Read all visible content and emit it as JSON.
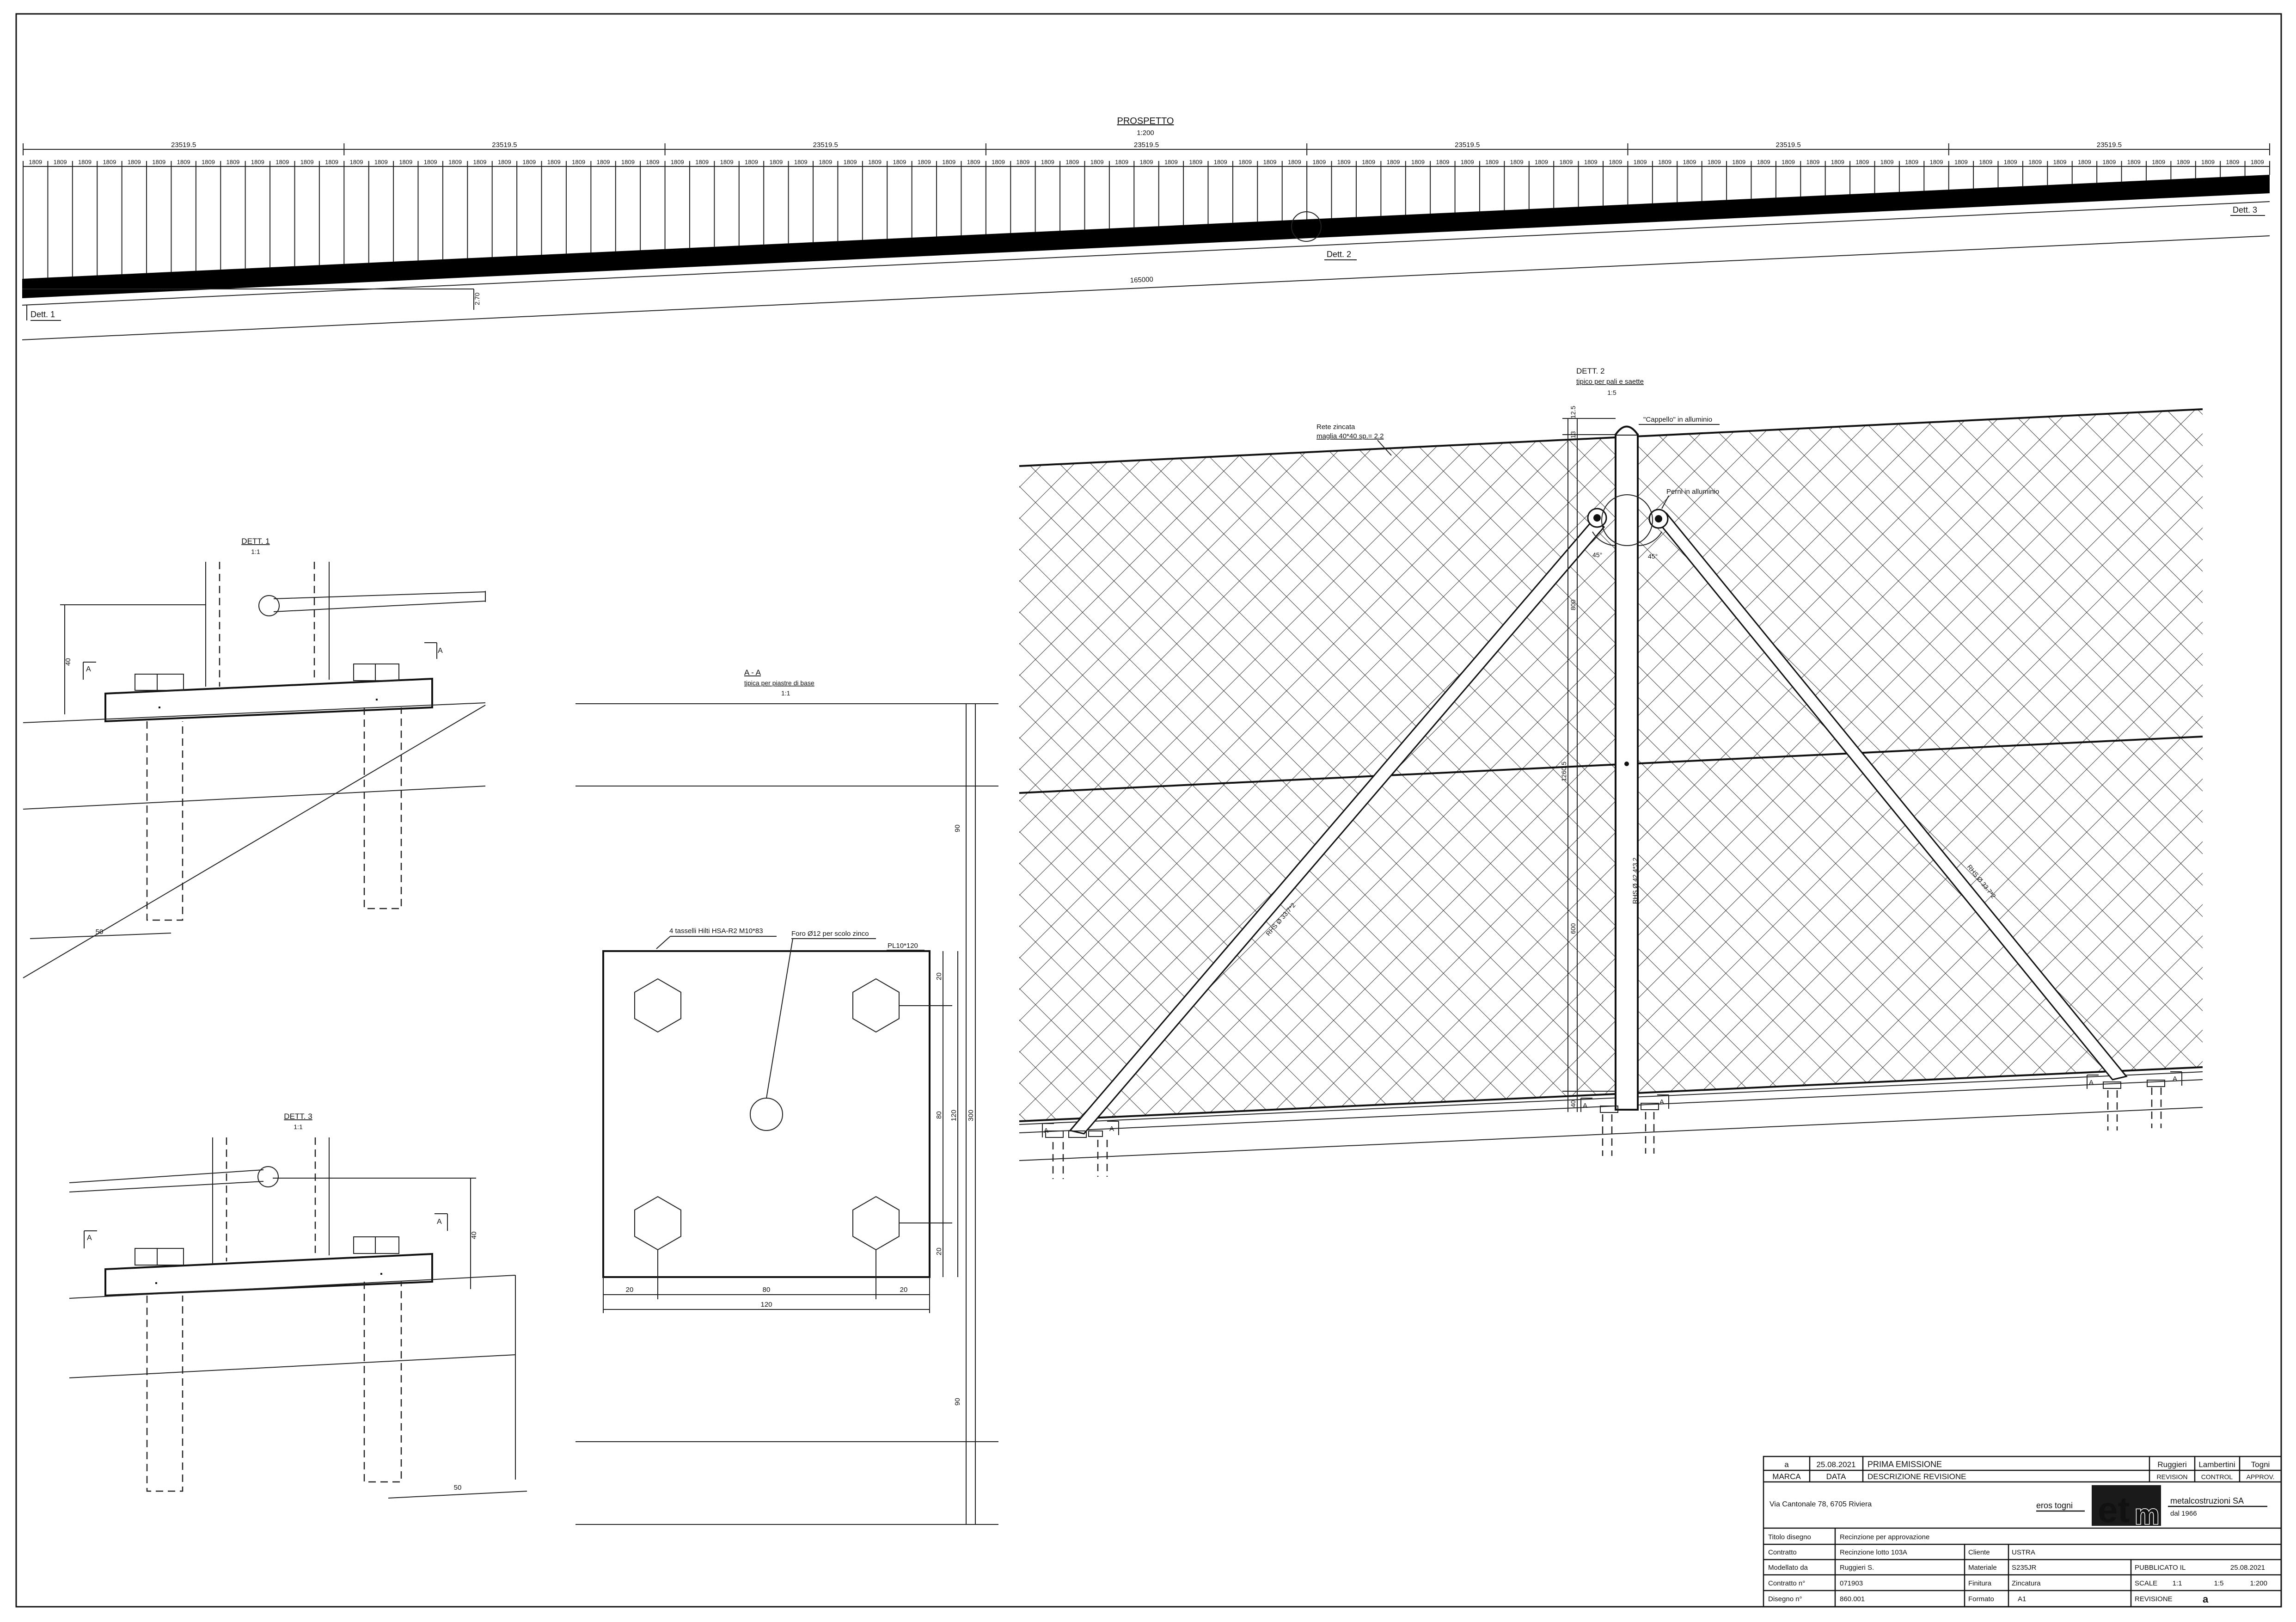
{
  "prospetto": {
    "title": "PROSPETTO",
    "scale": "1:200",
    "segment_length": "23519.5",
    "bay_length": "1809",
    "total_length": "165000",
    "height_dim": "2.70",
    "dett1_label": "Dett. 1",
    "dett2_label": "Dett. 2",
    "dett3_label": "Dett. 3"
  },
  "dett1": {
    "title": "DETT. 1",
    "scale": "1:1",
    "dim_height": "40",
    "dim_width": "50",
    "section_mark": "A"
  },
  "dett3": {
    "title": "DETT. 3",
    "scale": "1:1",
    "dim_height": "40",
    "dim_width": "50",
    "section_mark": "A"
  },
  "aa": {
    "title": "A - A",
    "subtitle": "tipica per piastre di base",
    "scale": "1:1",
    "note_anchors": "4 tasselli Hilti HSA-R2 M10*83",
    "note_hole": "Foro Ø12 per scolo zinco",
    "note_plate": "PL10*120",
    "dim_20": "20",
    "dim_80": "80",
    "dim_120": "120",
    "dim_90": "90",
    "dim_300": "300"
  },
  "dett2": {
    "title": "DETT. 2",
    "subtitle": "tipico per pali e saette",
    "scale": "1:5",
    "note_mesh_1": "Rete zincata",
    "note_mesh_2": "maglia 40*40 sp.= 2.2",
    "note_cap": "\"Cappello\" in alluminio",
    "note_pins": "Perni in alluminio",
    "dim_125": "12.5",
    "dim_13": "13",
    "dim_800": "800",
    "dim_600": "600",
    "dim_total": "1260.5",
    "dim_40": "40",
    "angle_1": "45°",
    "angle_2": "45°",
    "tube_post": "RHS Ø 42.4*3.2",
    "tube_brace_left": "RHS Ø 33.7*2",
    "tube_brace_right": "RHS Ø 33.7*2",
    "section_mark": "A"
  },
  "titleblock": {
    "rev_letter": "a",
    "rev_date": "25.08.2021",
    "rev_desc": "PRIMA EMISSIONE",
    "rev_by_1": "Ruggieri",
    "rev_by_2": "Lambertini",
    "rev_by_3": "Togni",
    "h_marca": "MARCA",
    "h_data": "DATA",
    "h_desc": "DESCRIZIONE REVISIONE",
    "h_revision": "REVISION",
    "h_control": "CONTROL",
    "h_approv": "APPROV.",
    "address": "Via Cantonale 78, 6705 Riviera",
    "company_person": "eros togni",
    "company_name": "metalcostruzioni SA",
    "company_since": "dal 1966",
    "logo_text": "etm",
    "l_titolo": "Titolo disegno",
    "v_titolo": "Recinzione per approvazione",
    "l_contratto": "Contratto",
    "v_contratto": "Recinzione lotto 103A",
    "l_cliente": "Cliente",
    "v_cliente": "USTRA",
    "l_modellato": "Modellato da",
    "v_modellato": "Ruggieri S.",
    "l_materiale": "Materiale",
    "v_materiale": "S235JR",
    "l_pubblicato": "PUBBLICATO IL",
    "v_pubblicato": "25.08.2021",
    "l_contratto_n": "Contratto n°",
    "v_contratto_n": "071903",
    "l_finitura": "Finitura",
    "v_finitura": "Zincatura",
    "l_scale": "SCALE",
    "v_scale_1": "1:1",
    "v_scale_2": "1:5",
    "v_scale_3": "1:200",
    "l_disegno": "Disegno n°",
    "v_disegno": "860.001",
    "l_formato": "Formato",
    "v_formato": "A1",
    "l_revisione": "REVISIONE",
    "v_revisione": "a"
  },
  "colors": {
    "line": "#111111",
    "paper": "#ffffff"
  }
}
